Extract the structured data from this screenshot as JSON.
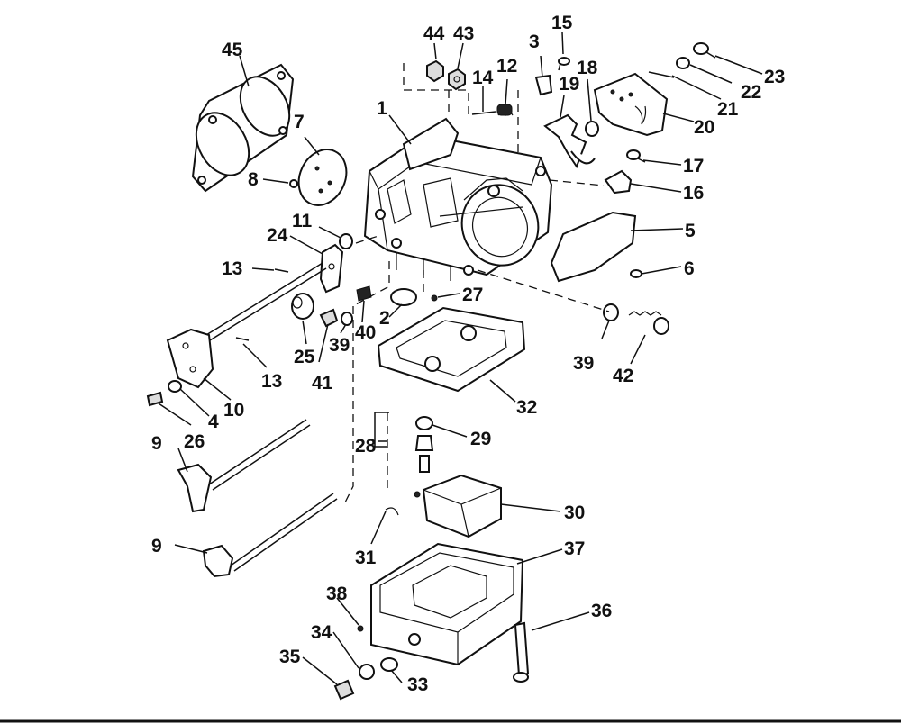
{
  "labels": {
    "p1": "1",
    "p2": "2",
    "p3": "3",
    "p4": "4",
    "p5": "5",
    "p6": "6",
    "p7": "7",
    "p8": "8",
    "p9a": "9",
    "p9b": "9",
    "p10": "10",
    "p11": "11",
    "p12": "12",
    "p13a": "13",
    "p13b": "13",
    "p14": "14",
    "p15": "15",
    "p16": "16",
    "p17": "17",
    "p18": "18",
    "p19": "19",
    "p20": "20",
    "p21": "21",
    "p22": "22",
    "p23": "23",
    "p24": "24",
    "p25": "25",
    "p26": "26",
    "p27": "27",
    "p28": "28",
    "p29": "29",
    "p30": "30",
    "p31": "31",
    "p32": "32",
    "p33": "33",
    "p34": "34",
    "p35": "35",
    "p36": "36",
    "p37": "37",
    "p38": "38",
    "p39a": "39",
    "p39b": "39",
    "p40": "40",
    "p41": "41",
    "p42": "42",
    "p43": "43",
    "p44": "44",
    "p45": "45"
  }
}
